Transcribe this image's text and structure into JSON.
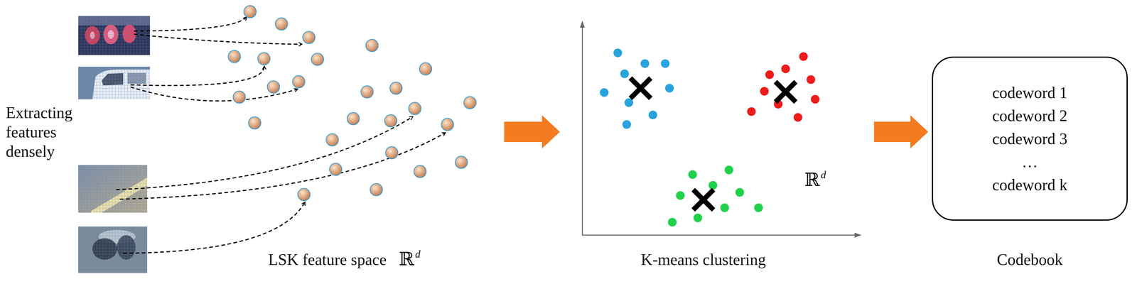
{
  "diagram": {
    "nodes": [
      {
        "text": [
          "codeword 1",
          "codeword 2",
          "codeword 3",
          "…",
          "codeword k",
          "Codebook"
        ]
      }
    ],
    "labels": [
      "Extracting features densely",
      "LSK feature space",
      "ℝ",
      "d",
      "K-means clustering",
      "ℝ",
      "d"
    ]
  }
}
